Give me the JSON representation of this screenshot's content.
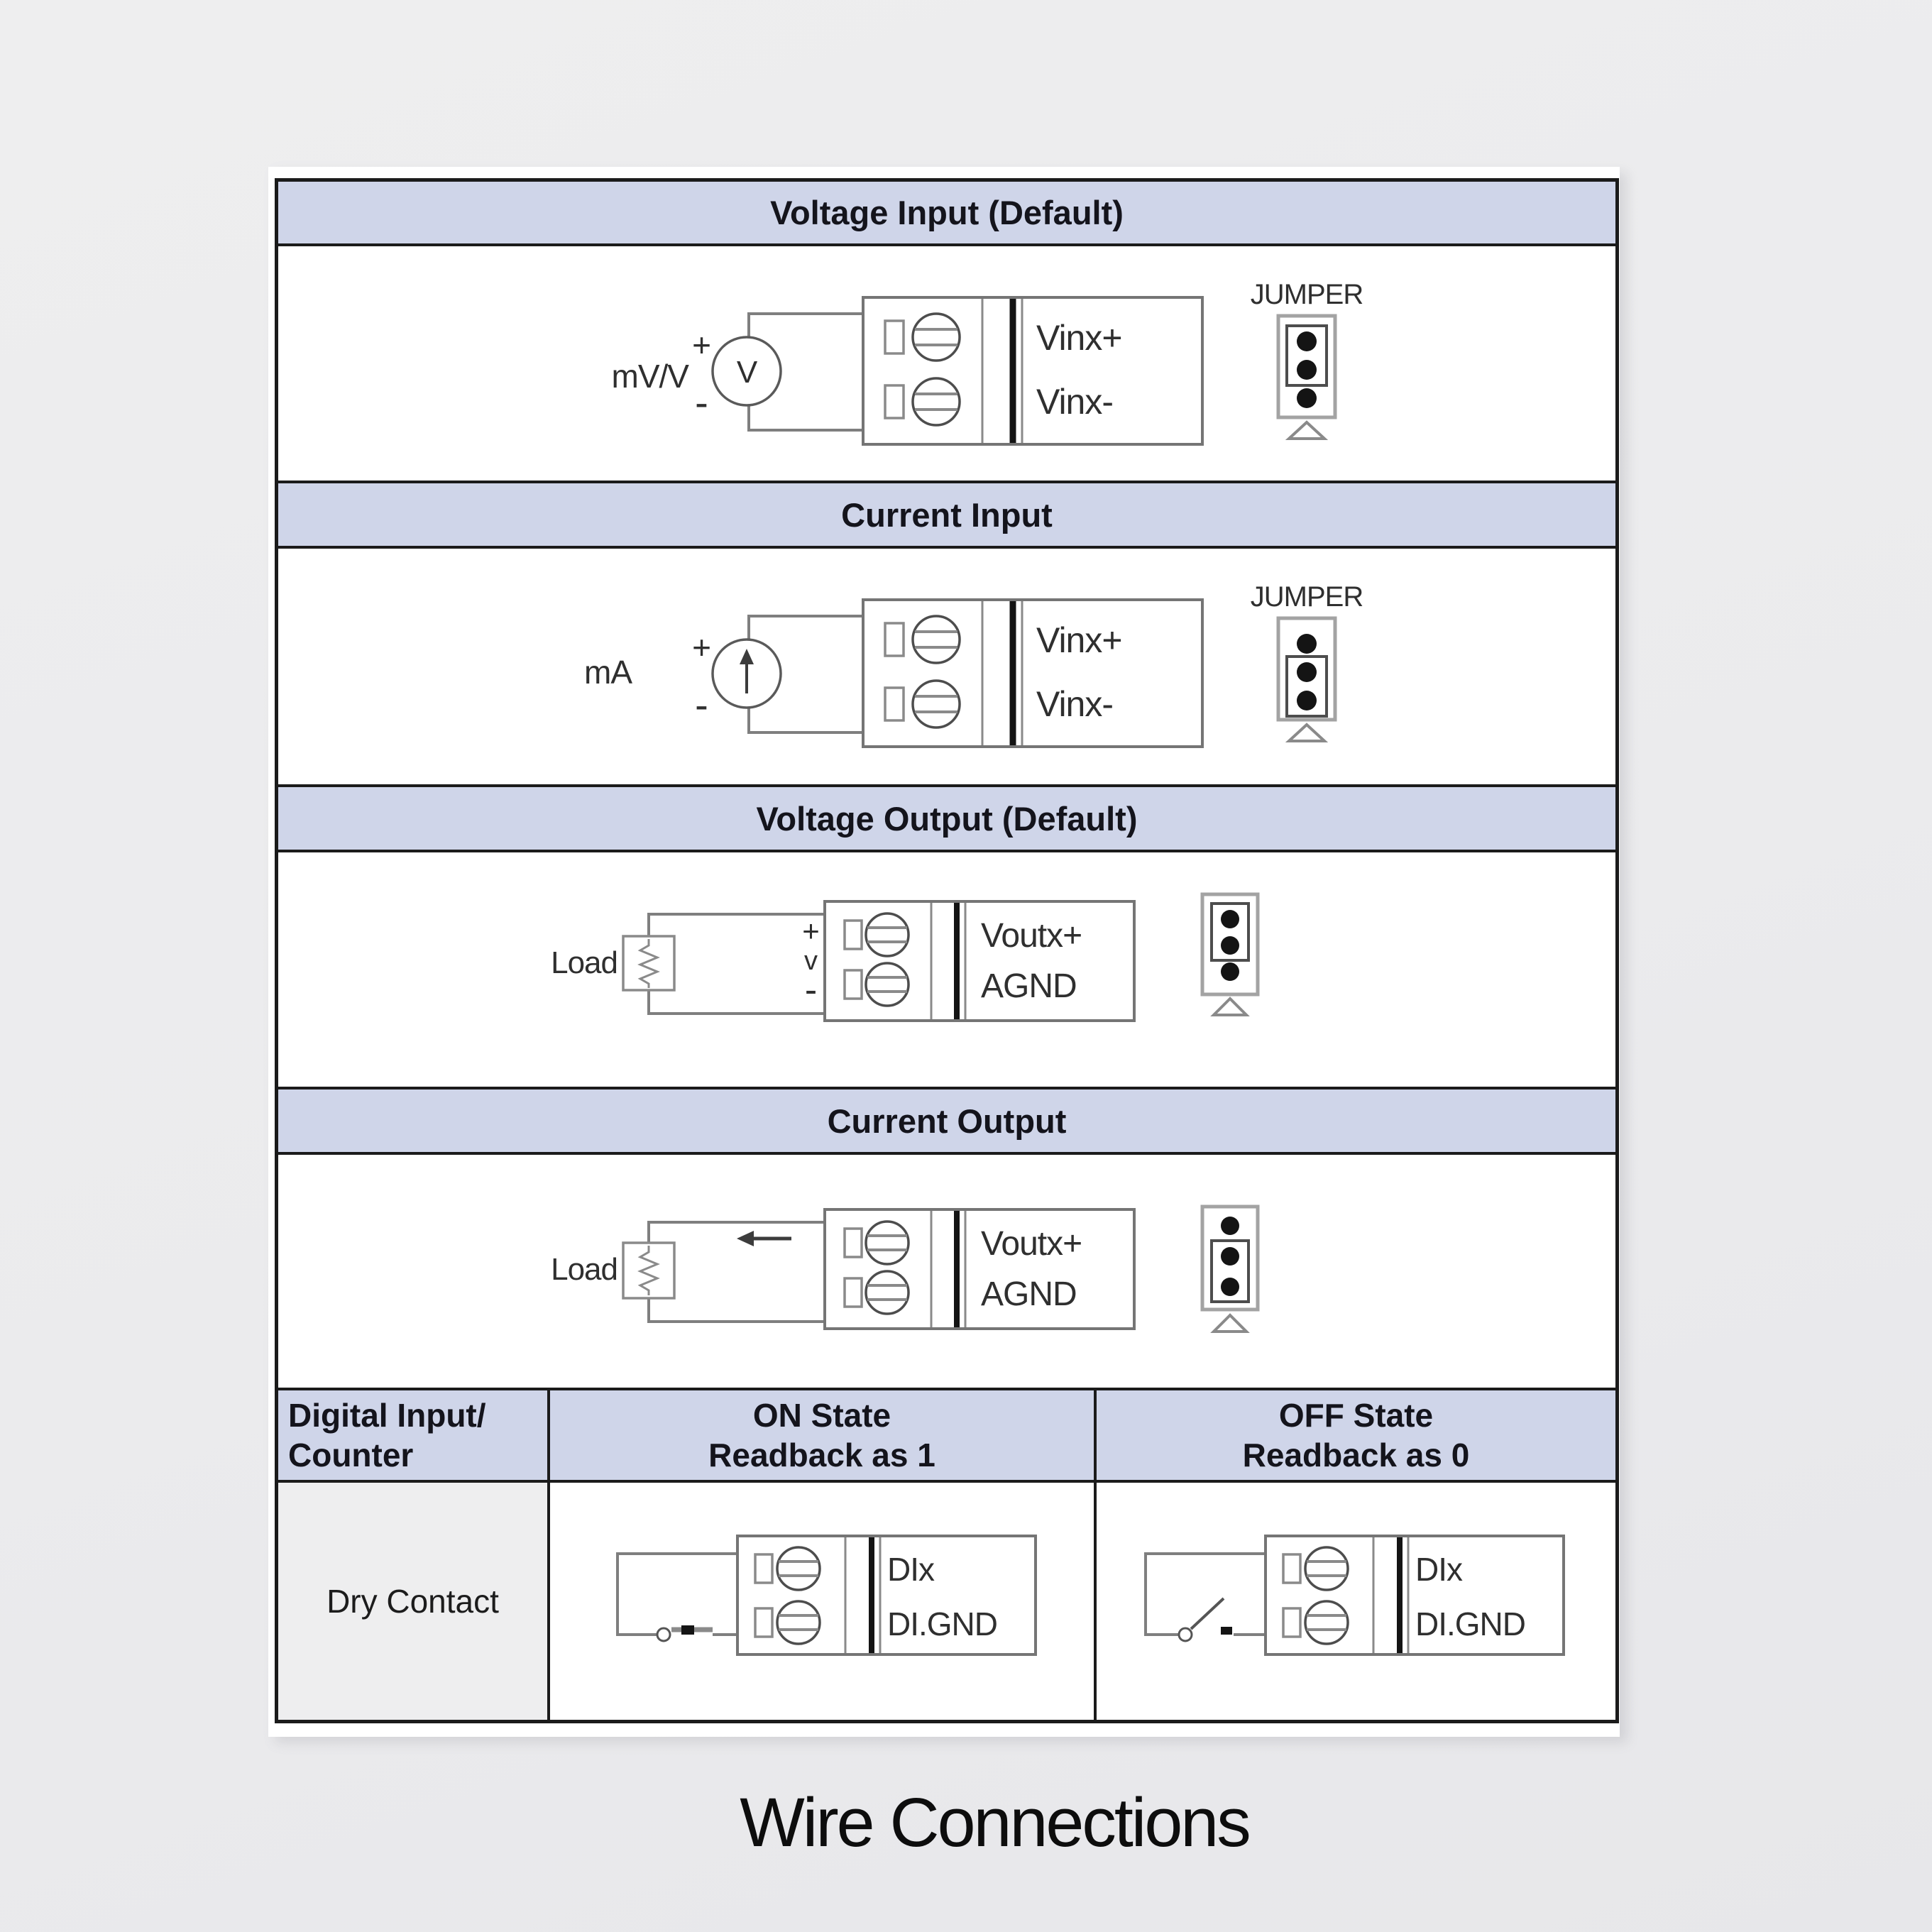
{
  "title": "Wire Connections",
  "headers": {
    "voltage_input": "Voltage Input (Default)",
    "current_input": "Current Input",
    "voltage_output": "Voltage Output (Default)",
    "current_output": "Current Output",
    "digital_col1_line1": "Digital Input/",
    "digital_col1_line2": "Counter",
    "on_state_line1": "ON State",
    "on_state_line2": "Readback as 1",
    "off_state_line1": "OFF State",
    "off_state_line2": "Readback as 0"
  },
  "rows": {
    "dry_contact": "Dry Contact"
  },
  "diagrams": {
    "voltage_input": {
      "source_label": "mV/V",
      "source_symbol": "V",
      "plus": "+",
      "minus": "-",
      "terminal_top": "Vinx+",
      "terminal_bottom": "Vinx-",
      "jumper_label": "JUMPER"
    },
    "current_input": {
      "source_label": "mA",
      "plus": "+",
      "minus": "-",
      "terminal_top": "Vinx+",
      "terminal_bottom": "Vinx-",
      "jumper_label": "JUMPER"
    },
    "voltage_output": {
      "load_label": "Load",
      "plus": "+",
      "volt": "v",
      "minus": "-",
      "terminal_top": "Voutx+",
      "terminal_bottom": "AGND"
    },
    "current_output": {
      "load_label": "Load",
      "terminal_top": "Voutx+",
      "terminal_bottom": "AGND"
    },
    "di_on": {
      "terminal_top": "DIx",
      "terminal_bottom": "DI.GND"
    },
    "di_off": {
      "terminal_top": "DIx",
      "terminal_bottom": "DI.GND"
    }
  },
  "colors": {
    "header_bg": "#cfd5e9",
    "table_border": "#1b1b1b",
    "page_bg": "#ffffff",
    "stage_bg": "#ebebed",
    "dry_cell_bg": "#eeeeef",
    "line_gray": "#7f7f7f",
    "text_dark": "#2f2f2f"
  }
}
